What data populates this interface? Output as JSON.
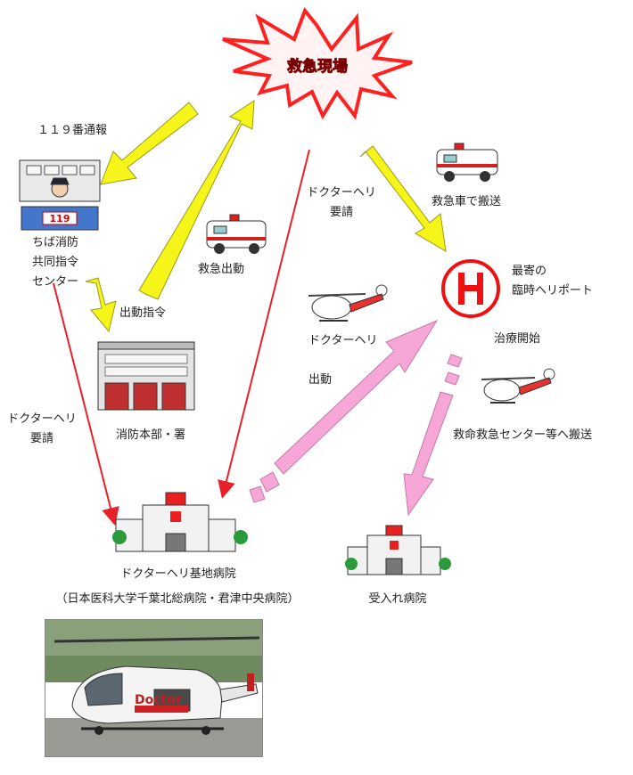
{
  "scene": {
    "title": "救急現場",
    "call_119": "１１９番通報",
    "command_center": "ちば消防\n共同指令\nセンター",
    "dispatch_order": "出動指令",
    "ambulance_dispatch": "救急出動",
    "doctor_heli_request_center": "ドクターヘリ\n要請",
    "doctor_heli_request_scene": "ドクターヘリ\n要請",
    "fire_hq": "消防本部・署",
    "ambulance_transport": "救急車で搬送",
    "heliport": "最寄の\n臨時ヘリポート",
    "treatment_start": "治療開始",
    "doctor_heli_dispatch": "ドクターヘリ\n\n出動",
    "transport_to_center": "救命救急センター等へ搬送",
    "base_hospital": "ドクターヘリ基地病院",
    "base_hospital_names": "（日本医科大学千葉北総病院・君津中央病院）",
    "receiving_hospital": "受入れ病院",
    "center_sign": "119",
    "photo_text": "Doctor"
  },
  "colors": {
    "dispatch_arrow": "#f5f51a",
    "dispatch_arrow_stroke": "#9a9a20",
    "heli_arrow": "#f7a6d8",
    "heli_arrow_stroke": "#c47aa8",
    "request_line": "#e8202a",
    "burst": "#ff2020",
    "heliport_mark": "#ee1111"
  },
  "icons": [
    "explosion-burst-icon",
    "ambulance-icon",
    "doctor-helicopter-icon",
    "heliport-icon",
    "hospital-icon",
    "fire-station-icon",
    "command-center-icon"
  ]
}
